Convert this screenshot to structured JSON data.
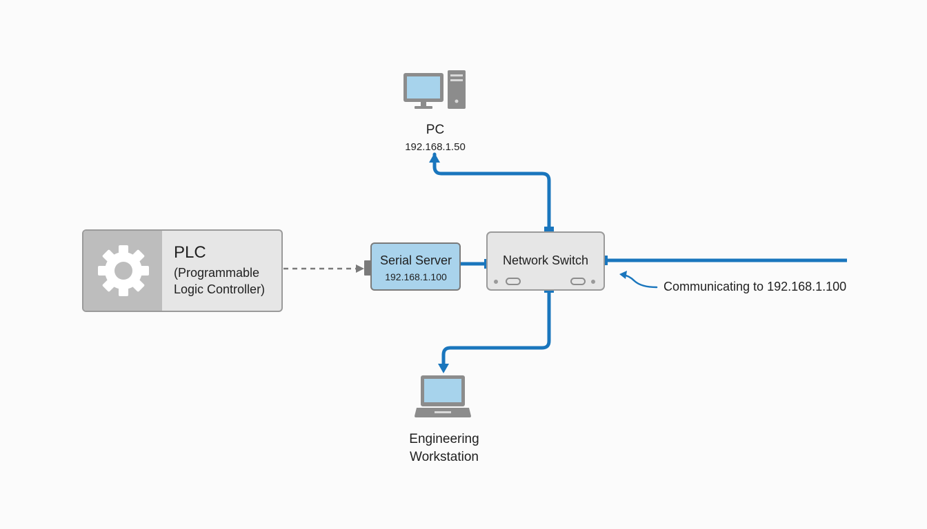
{
  "pc": {
    "name": "PC",
    "ip": "192.168.1.50",
    "icon": "desktop-computer-icon"
  },
  "plc": {
    "title": "PLC",
    "subtitle_line1": "(Programmable",
    "subtitle_line2": "Logic Controller)",
    "icon": "gear-icon"
  },
  "serial_server": {
    "name": "Serial Server",
    "ip": "192.168.1.100"
  },
  "network_switch": {
    "name": "Network Switch"
  },
  "uplink": {
    "label": "Communicating to 192.168.1.100"
  },
  "engineering_workstation": {
    "name_line1": "Engineering",
    "name_line2": "Workstation",
    "icon": "laptop-icon"
  },
  "colors": {
    "link_blue": "#1a76bd",
    "serial_server_fill": "#a9d3ec",
    "screen_fill": "#a7d3ec",
    "device_gray": "#8c8c8c",
    "box_fill": "#e6e6e6",
    "plc_left_fill": "#bdbdbd",
    "dashed_link": "#7a7a7a"
  }
}
